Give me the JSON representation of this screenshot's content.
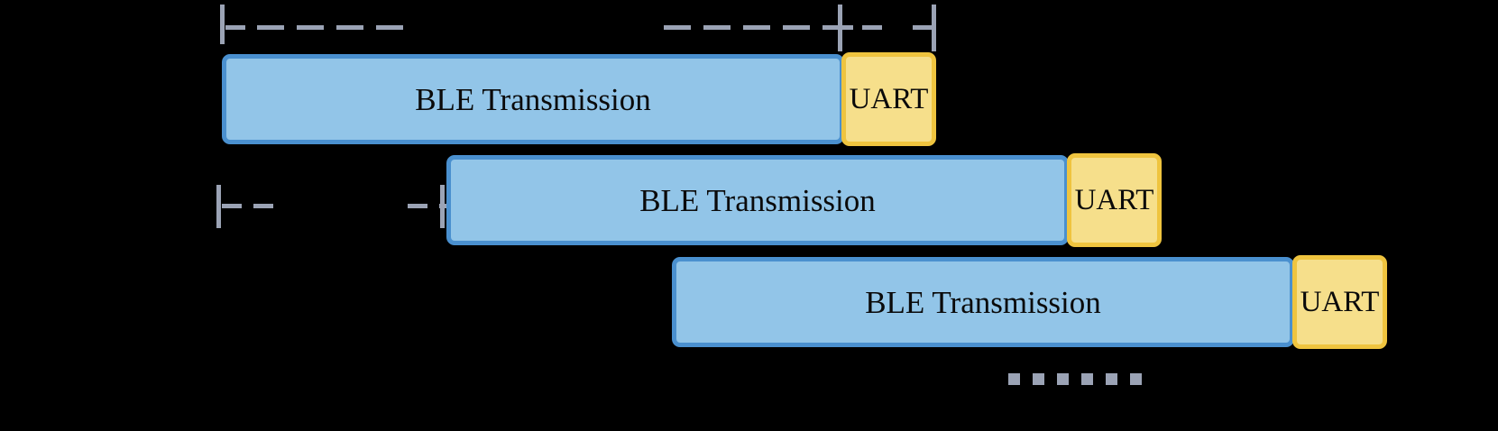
{
  "diagram": {
    "background_color": "#000000",
    "colors": {
      "ble_fill": "#92C5E8",
      "ble_border": "#4A90CF",
      "uart_fill": "#F6DF8B",
      "uart_border": "#EFC43F",
      "annotation_gray": "#9BA3B5",
      "label_text": "#0a0a0a"
    },
    "rows": [
      {
        "name": "row-1",
        "ble_label": "BLE Transmission",
        "uart_label": "UART"
      },
      {
        "name": "row-2",
        "ble_label": "BLE Transmission",
        "uart_label": "UART"
      },
      {
        "name": "row-3",
        "ble_label": "BLE Transmission",
        "uart_label": "UART"
      }
    ],
    "continuation": {
      "dot_count": 6
    }
  }
}
